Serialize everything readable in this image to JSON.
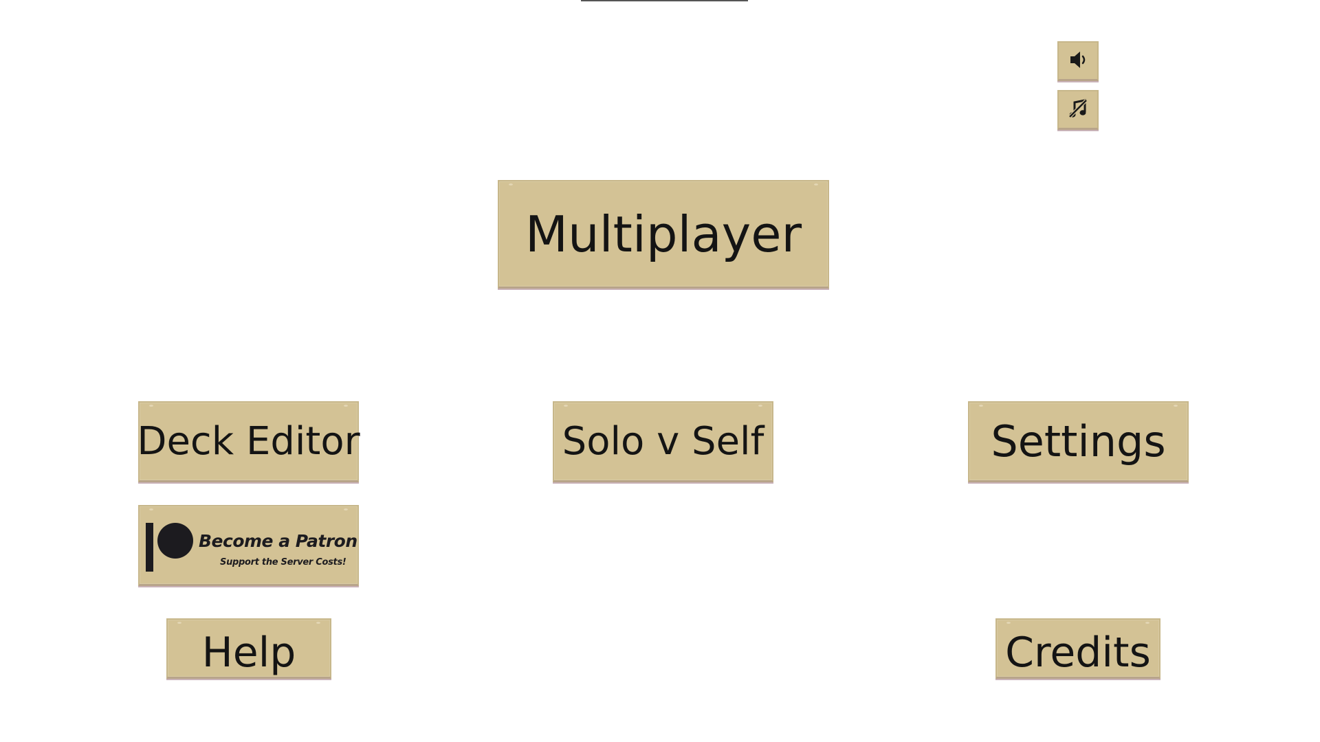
{
  "menu": {
    "multiplayer_label": "Multiplayer",
    "deck_editor_label": "Deck Editor",
    "solo_label": "Solo v Self",
    "settings_label": "Settings",
    "help_label": "Help",
    "credits_label": "Credits"
  },
  "patron": {
    "title": "Become a Patron",
    "subtitle": "Support the Server Costs!"
  },
  "audio": {
    "sound_icon": "speaker-icon",
    "music_icon": "music-muted-icon"
  },
  "colors": {
    "button_bg": "#d3c295",
    "text": "#141414"
  }
}
